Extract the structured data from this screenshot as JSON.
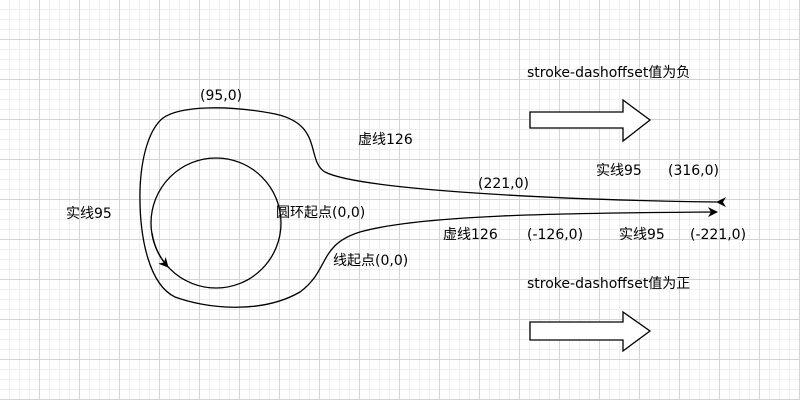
{
  "labels": {
    "top_arrow_caption": "stroke-dashoffset值为负",
    "bottom_arrow_caption": "stroke-dashoffset值为正",
    "top_coord": "(95,0)",
    "dashed_upper": "虚线126",
    "solid_left": "实线95",
    "upper_coord_mid": "(221,0)",
    "solid_upper_right": "实线95",
    "upper_coord_end": "(316,0)",
    "ring_start": "圆环起点(0,0)",
    "dashed_lower": "虚线126",
    "lower_coord_mid": "(-126,0)",
    "solid_lower_right": "实线95",
    "lower_coord_end": "(-221,0)",
    "line_start": "线起点(0,0)"
  },
  "colors": {
    "stroke": "#000000",
    "grid_major": "#d4d4d4",
    "grid_minor": "#eeeeee"
  }
}
